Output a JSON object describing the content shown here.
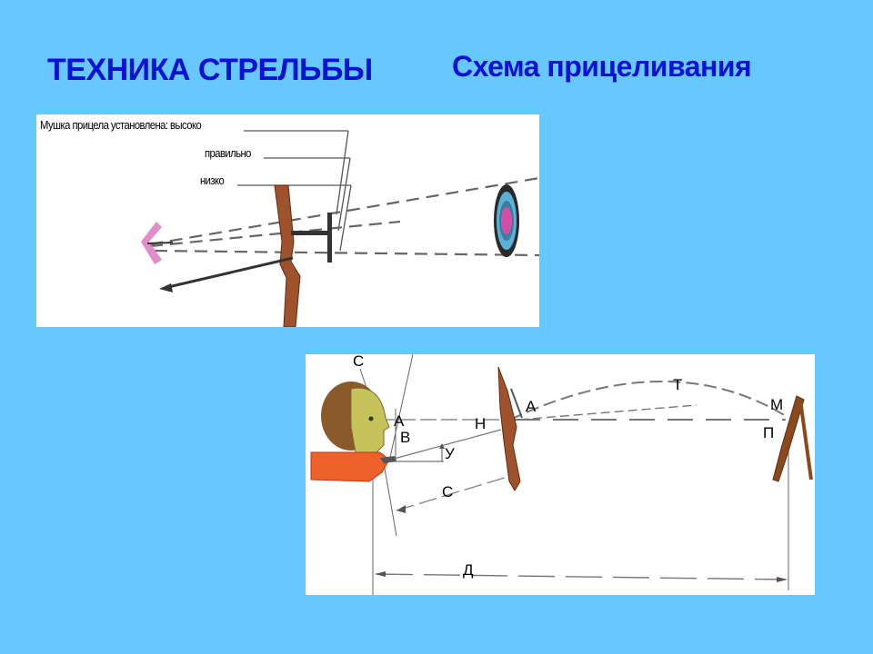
{
  "slide": {
    "title": "ТЕХНИКА СТРЕЛЬБЫ",
    "subtitle": "Схема прицеливания",
    "background_color": "#66c8fc",
    "title_color": "#0a10d4"
  },
  "top_diagram": {
    "caption_prefix": "Мушка прицела установлена: высоко",
    "sight_positions": [
      {
        "label": "высоко"
      },
      {
        "label": "правильно"
      },
      {
        "label": "низко"
      }
    ],
    "labels": {
      "high": "Мушка прицела установлена: высоко",
      "correct": "правильно",
      "low": "низко"
    },
    "elements": [
      "eye",
      "bow",
      "sight",
      "arrow",
      "target"
    ]
  },
  "bottom_diagram": {
    "labels": {
      "c_top": "С",
      "a_eye": "А",
      "v": "В",
      "n": "Н",
      "u": "У",
      "c_bottom": "С",
      "a_bow": "А",
      "t": "Т",
      "m": "М",
      "p": "П",
      "d": "Д"
    },
    "elements": [
      "archer-head",
      "hand",
      "bow",
      "trajectory",
      "target-stand",
      "distance-line"
    ]
  }
}
